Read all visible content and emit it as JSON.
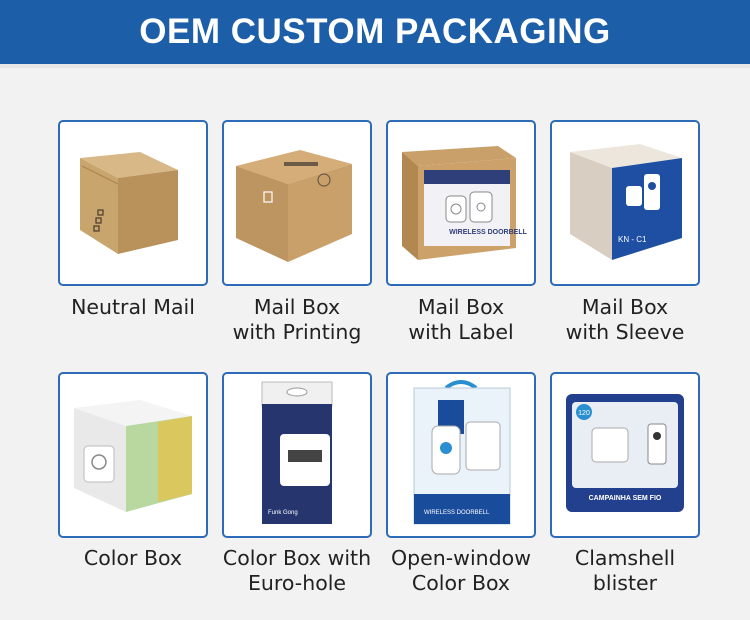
{
  "banner": {
    "title": "OEM CUSTOM PACKAGING",
    "color": "#1c5fa8"
  },
  "accent_border_color": "#2d6ab7",
  "items": [
    {
      "image": "neutral-mail-box-image",
      "caption": [
        "Neutral Mail",
        ""
      ]
    },
    {
      "image": "mail-box-printing-image",
      "caption": [
        "Mail Box",
        "with Printing"
      ]
    },
    {
      "image": "mail-box-label-image",
      "caption": [
        "Mail Box",
        "with Label"
      ]
    },
    {
      "image": "mail-box-sleeve-image",
      "caption": [
        "Mail Box",
        "with Sleeve"
      ]
    },
    {
      "image": "color-box-image",
      "caption": [
        "Color Box",
        ""
      ]
    },
    {
      "image": "color-box-euro-hole-image",
      "caption": [
        "Color Box with",
        "Euro-hole"
      ]
    },
    {
      "image": "open-window-box-image",
      "caption": [
        "Open-window",
        "Color Box"
      ]
    },
    {
      "image": "clamshell-blister-image",
      "caption": [
        "Clamshell",
        "blister"
      ]
    }
  ],
  "product_print": {
    "label_box_text": "WIRELESS DOORBELL",
    "sleeve_model": "KN - C1",
    "euro_hole_text": "Funk Gong",
    "window_box_text": "WIRELESS DOORBELL",
    "clamshell_text": "CAMPAINHA SEM FIO",
    "clamshell_badge": "120"
  }
}
